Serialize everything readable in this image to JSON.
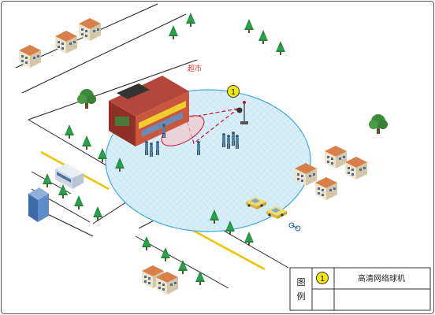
{
  "diagram": {
    "building_label": "超市",
    "camera_marker": "1"
  },
  "legend": {
    "title_line1": "图",
    "title_line2": "例",
    "items": [
      {
        "marker": "1",
        "label": "高清网络球机"
      }
    ]
  },
  "colors": {
    "coverage_fill": "#d8eef8",
    "coverage_stroke": "#3aa6d8",
    "marker_fill": "#f3e814",
    "building_label_color": "#e0393e",
    "tree": "#1f8a3c",
    "road_line": "#f2c200"
  }
}
